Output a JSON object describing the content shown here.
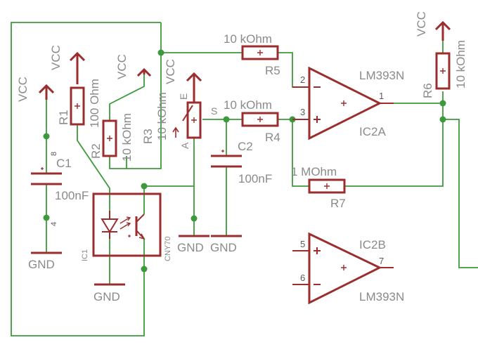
{
  "components": {
    "c1": {
      "name": "C1",
      "value": "100nF",
      "pin_top": "8",
      "pin_bottom": "4"
    },
    "c2": {
      "name": "C2",
      "value": "100nF"
    },
    "r1": {
      "name": "R1",
      "value": "100 Ohm"
    },
    "r2": {
      "name": "R2",
      "value": "10 kOhm"
    },
    "r3": {
      "name": "R3",
      "value": "10 kOhm"
    },
    "r4": {
      "name": "R4",
      "value": "10 kOhm"
    },
    "r5": {
      "name": "R5",
      "value": "10 kOhm"
    },
    "r6": {
      "name": "R6",
      "value": "10 kOhm"
    },
    "r7": {
      "name": "R7",
      "value": "1 MOhm"
    },
    "ic1": {
      "name": "IC1",
      "part": "CNY70"
    },
    "ic2a": {
      "name": "IC2A",
      "part": "LM393N",
      "pin_minus": "2",
      "pin_plus": "3",
      "pin_out": "1"
    },
    "ic2b": {
      "name": "IC2B",
      "part": "LM393N",
      "pin_minus": "6",
      "pin_plus": "5",
      "pin_out": "7"
    },
    "pot": {
      "pin_e": "E",
      "pin_a": "A",
      "pin_s": "S"
    }
  },
  "supplies": {
    "vcc": "VCC",
    "gnd": "GND"
  },
  "colors": {
    "wire": "#3c9a3c",
    "part": "#9c2d2d",
    "label": "#8a8a8a"
  }
}
